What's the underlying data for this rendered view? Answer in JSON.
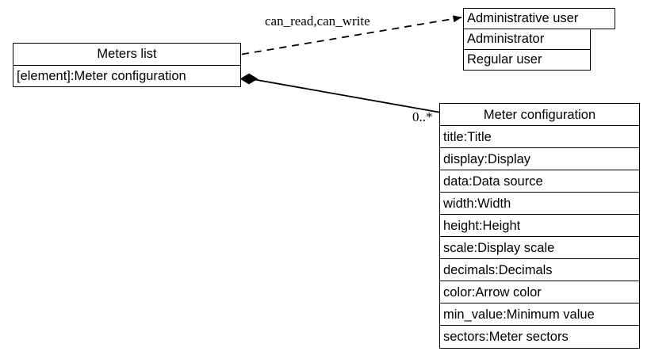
{
  "diagram": {
    "type": "uml-class-diagram",
    "background": "#ffffff",
    "line_color": "#000000"
  },
  "classes": {
    "meters_list": {
      "title": "Meters list",
      "attributes": [
        "[element]:Meter configuration"
      ]
    },
    "administrative_user": {
      "title": "Administrative user",
      "attributes": [
        "Administrator",
        "Regular user"
      ]
    },
    "meter_configuration": {
      "title": "Meter configuration",
      "attributes": [
        "title:Title",
        "display:Display",
        "data:Data source",
        "width:Width",
        "height:Height",
        "scale:Display scale",
        "decimals:Decimals",
        "color:Arrow color",
        "min_value:Minimum value",
        "sectors:Meter sectors"
      ]
    }
  },
  "relations": {
    "permission": {
      "label": "can_read,can_write",
      "style": "dashed",
      "arrow": "open-filled-arrowhead",
      "from": "meters_list",
      "to": "administrative_user"
    },
    "composition": {
      "label": "0..*",
      "style": "solid",
      "arrow": "filled-diamond",
      "from": "meters_list",
      "to": "meter_configuration"
    }
  }
}
